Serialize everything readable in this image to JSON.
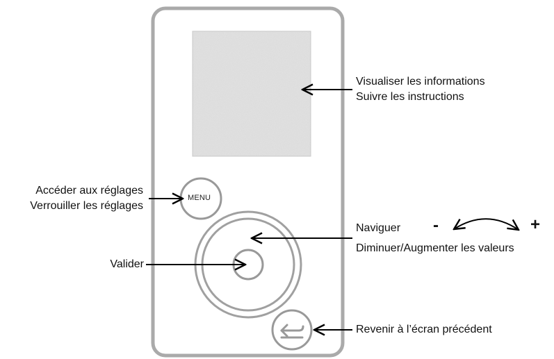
{
  "device": {
    "menu_button_label": "MENU",
    "screen_texture": "grey-speckled"
  },
  "annotations": {
    "screen": [
      "Visualiser les informations",
      "Suivre les instructions"
    ],
    "menu": [
      "Accéder aux réglages",
      "Verrouiller les réglages"
    ],
    "wheel": [
      "Naviguer",
      "Diminuer/Augmenter les valeurs"
    ],
    "center": [
      "Valider"
    ],
    "back": [
      "Revenir à l’écran précédent"
    ]
  },
  "navigation_signs": {
    "minus": "-",
    "plus": "+"
  },
  "colors": {
    "device_outline": "#aaaaaa",
    "screen_fill": "#d6d6d6",
    "arrow": "#000000"
  },
  "icons": {
    "back_button": "return-arrow-icon",
    "curved_arrow": "double-curved-arrow-icon"
  }
}
